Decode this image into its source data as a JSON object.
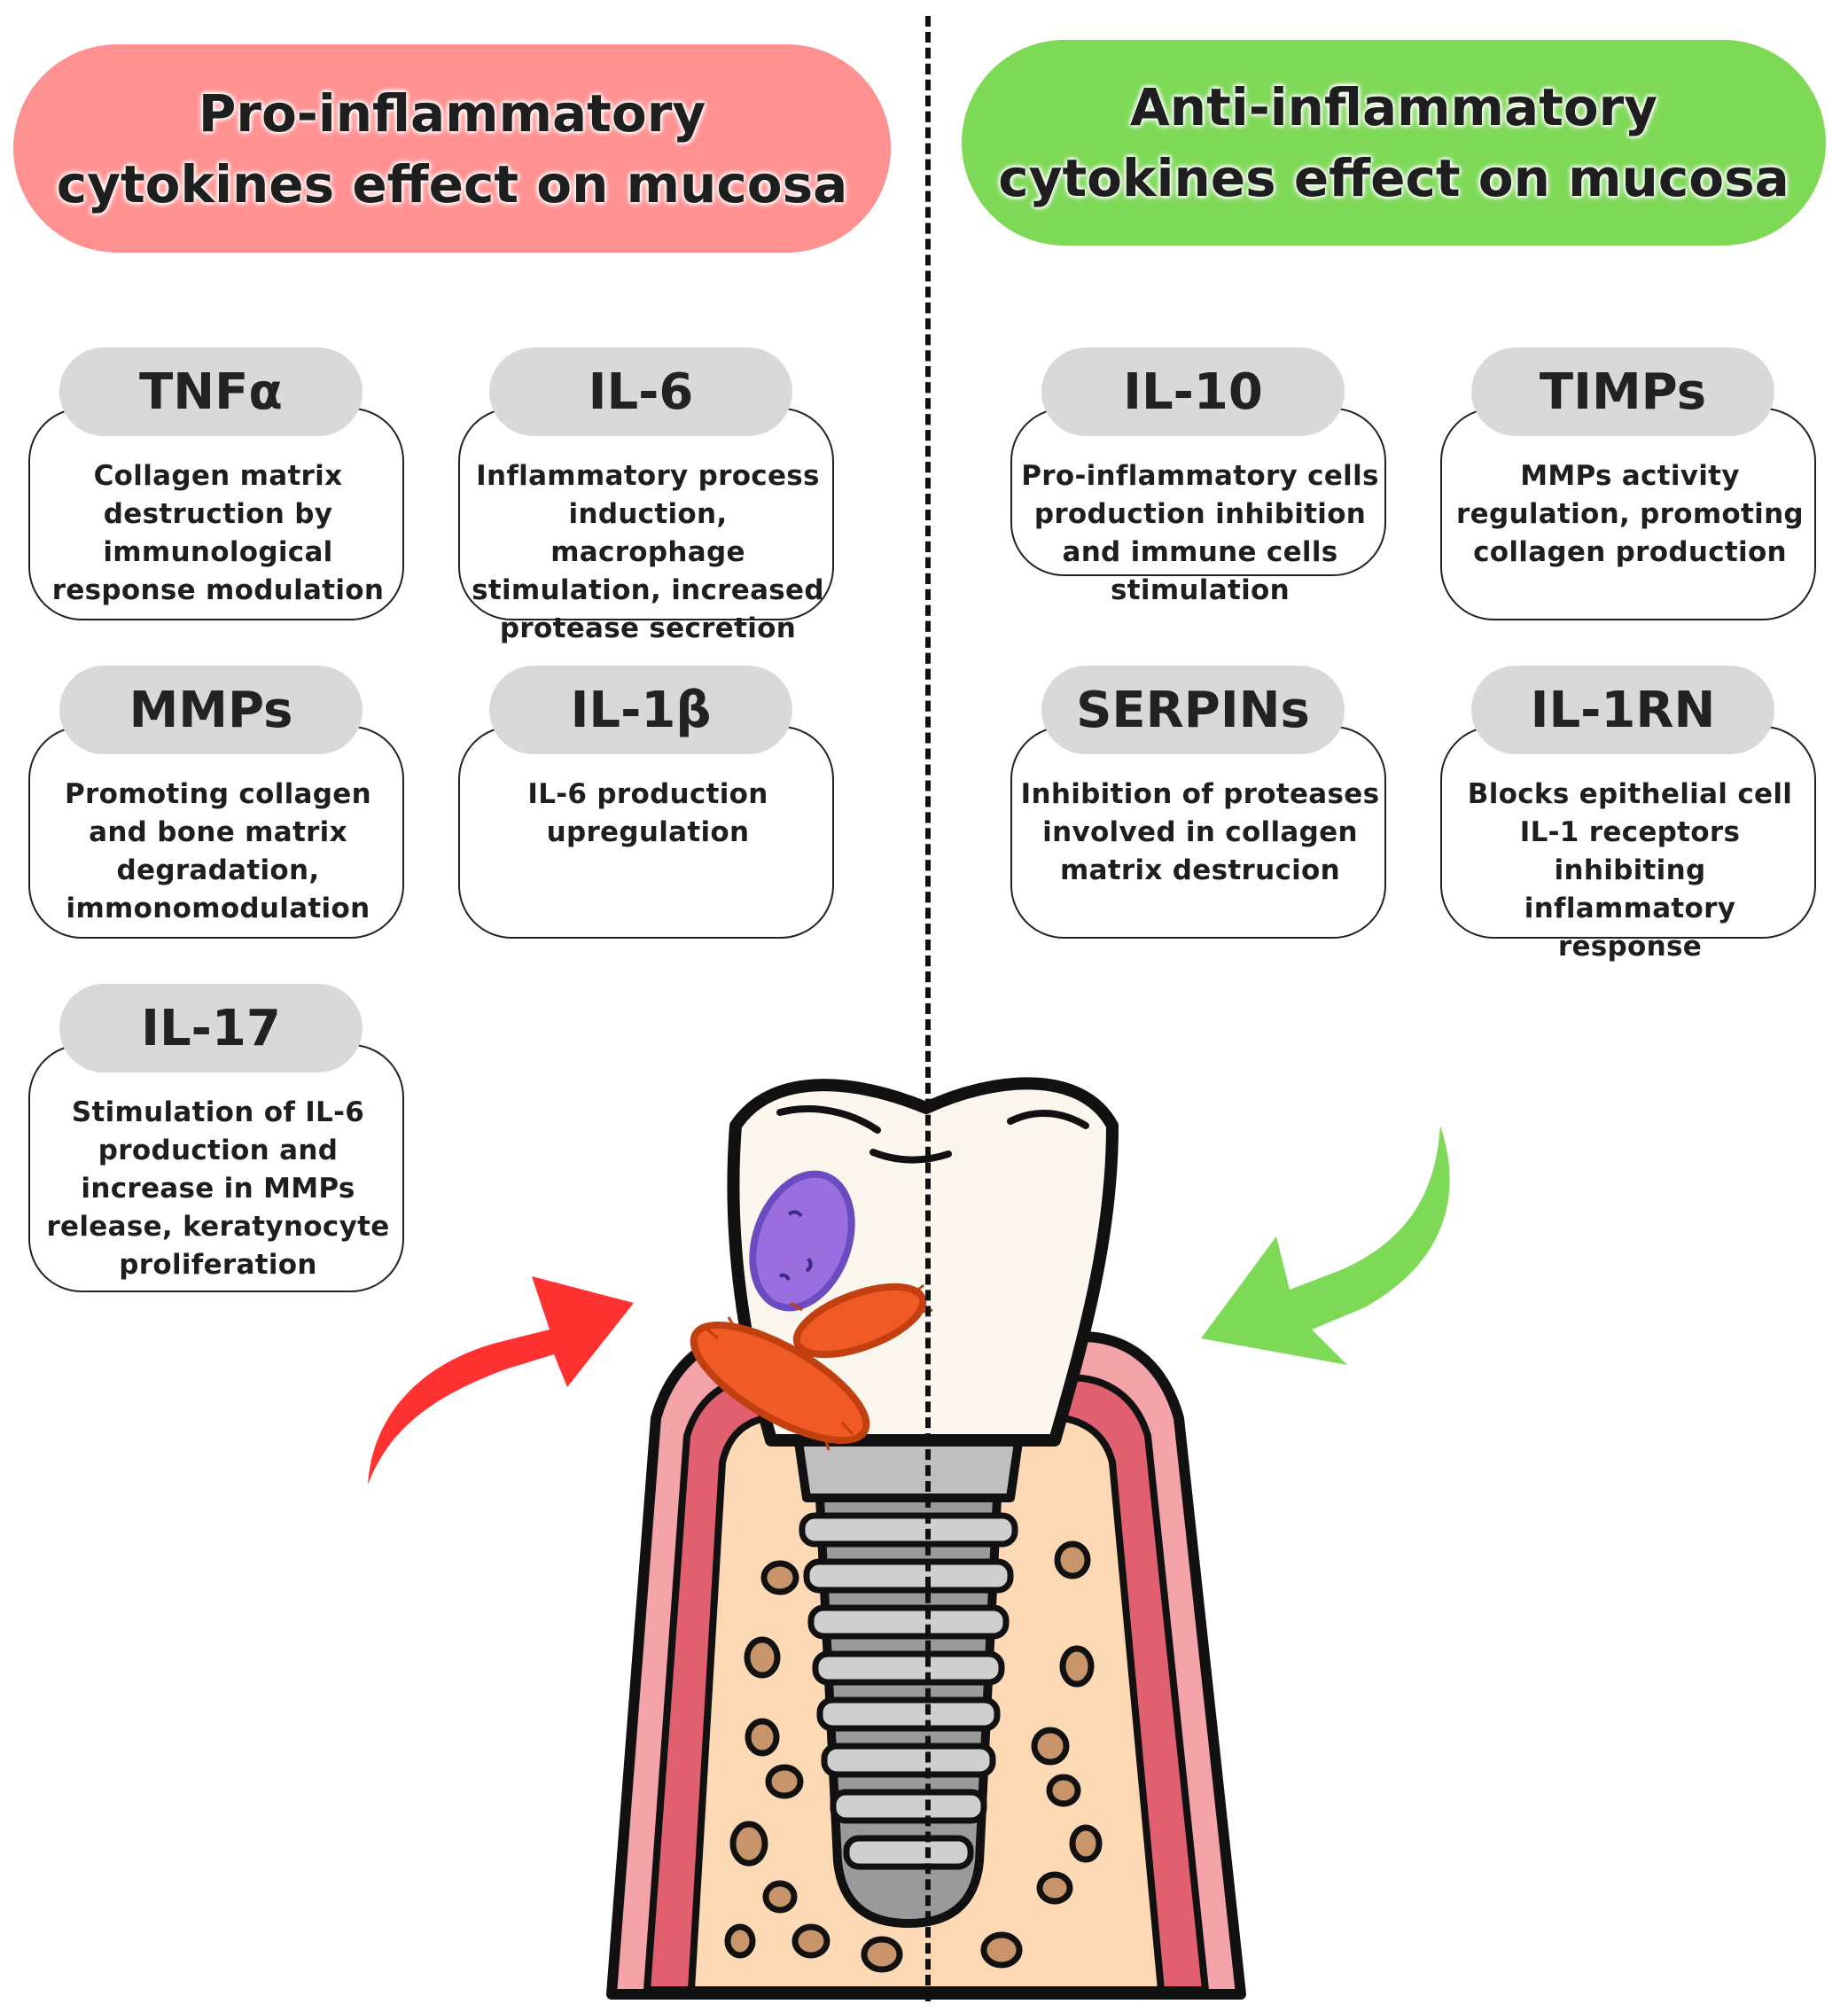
{
  "banners": {
    "pro": "Pro-inflammatory\ncytokines effect on mucosa",
    "anti": "Anti-inflammatory\ncytokines effect on mucosa"
  },
  "pro_cards": [
    {
      "name": "TNFα",
      "text": "Collagen matrix destruction by immunological response modulation"
    },
    {
      "name": "IL-6",
      "text": "Inflammatory process induction, macrophage stimulation, increased protease secretion"
    },
    {
      "name": "MMPs",
      "text": "Promoting collagen and bone matrix degradation, immonomodulation"
    },
    {
      "name": "IL-1β",
      "text": "IL-6 production upregulation"
    },
    {
      "name": "IL-17",
      "text": "Stimulation of IL-6 production and increase in MMPs release, keratynocyte proliferation"
    }
  ],
  "anti_cards": [
    {
      "name": "IL-10",
      "text": "Pro-inflammatory cells production inhibition and immune cells stimulation"
    },
    {
      "name": "TIMPs",
      "text": "MMPs activity regulation, promoting collagen production"
    },
    {
      "name": "SERPINs",
      "text": "Inhibition of proteases involved in collagen matrix destrucion"
    },
    {
      "name": "IL-1RN",
      "text": "Blocks epithelial cell IL-1 receptors inhibiting inflammatory response"
    }
  ],
  "colors": {
    "pro_banner": "#ff9191",
    "anti_banner": "#7ed957",
    "red_arrow": "#ff3131",
    "green_arrow": "#7ed957",
    "tag_gray": "#d9d9d9",
    "gum": "#f4a3a8",
    "gum_dark": "#e06070",
    "bone": "#fdd9b5",
    "implant": "#bfbfbf",
    "bacteria_orange": "#f05a24",
    "bacteria_purple": "#9b6ee0"
  },
  "icons": [
    "red-curved-arrow-icon",
    "green-curved-arrow-icon",
    "bacteria-icon",
    "dental-implant-icon"
  ]
}
